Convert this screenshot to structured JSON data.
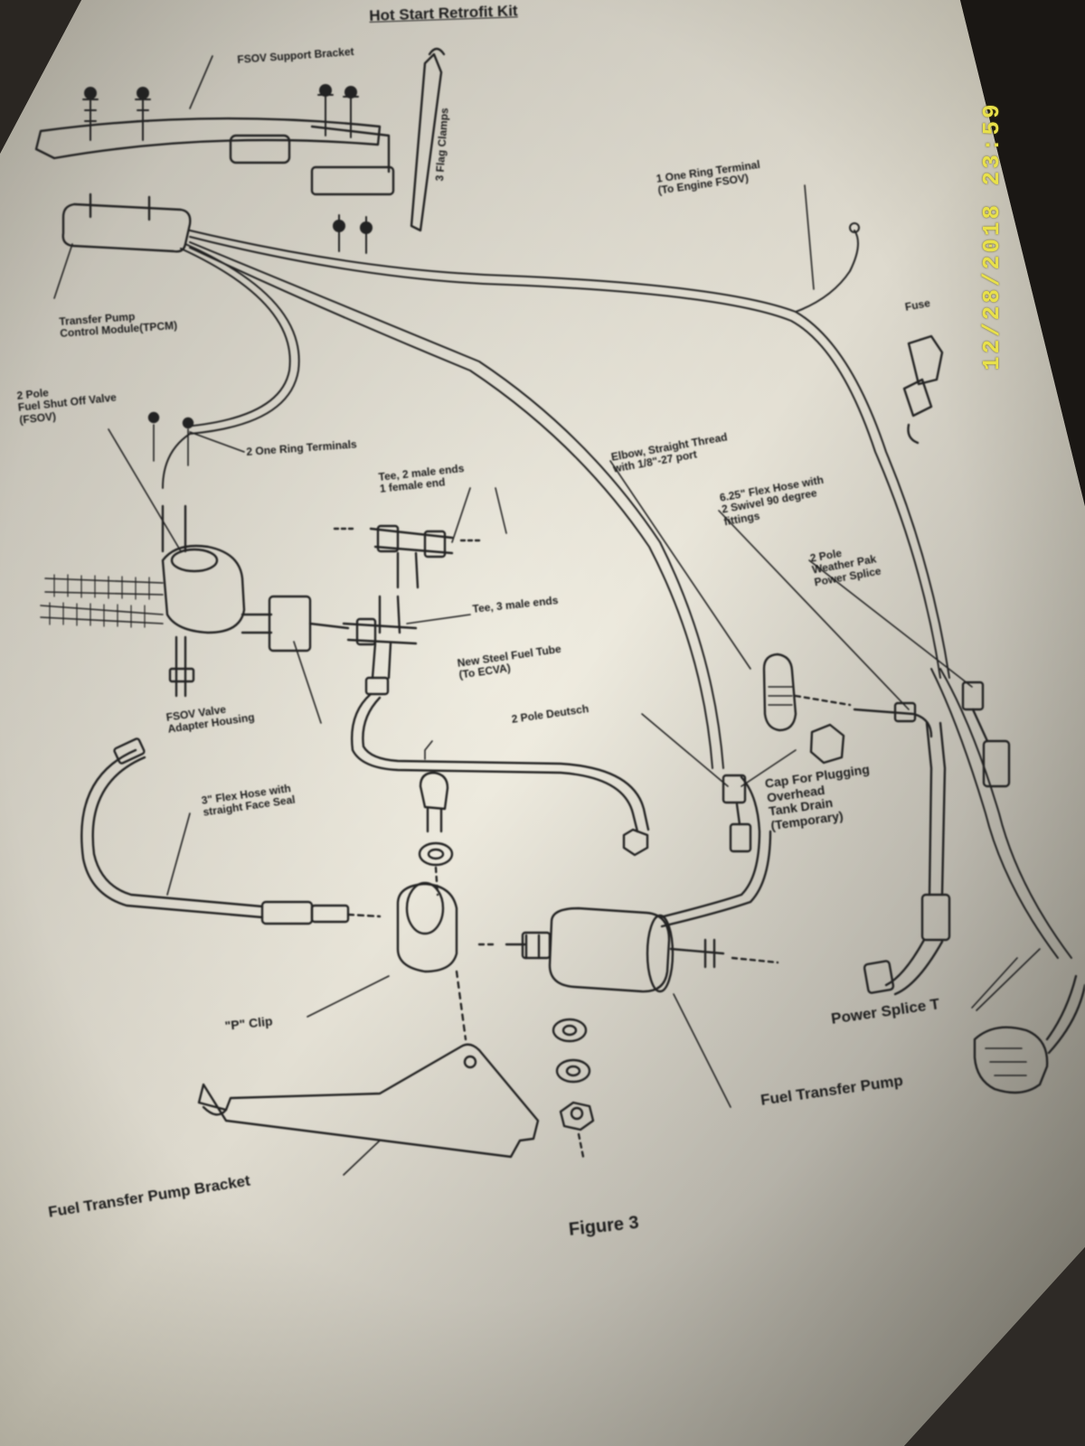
{
  "document": {
    "title": "Hot Start Retrofit Kit",
    "figure_caption": "Figure 3",
    "timestamp": "12/28/2018 23:59"
  },
  "labels": {
    "bracket_top": "FSOV Support Bracket",
    "flag_clamp": "3 Flag Clamps",
    "ring_terminal_engine": "1 One Ring Terminal\n(To Engine FSOV)",
    "fuse": "Fuse",
    "tpcm": "Transfer Pump\nControl Module(TPCM)",
    "fsov": "2 Pole\nFuel Shut Off Valve\n(FSOV)",
    "ring_terminals_2": "2 One Ring Terminals",
    "elbow": "Elbow, Straight Thread\nwith 1/8\"-27 port",
    "tee_2male": "Tee, 2 male ends\n1 female end",
    "flex_hose_625": "6.25\" Flex Hose with\n2 Swivel 90 degree\nfittings",
    "weather_pak": "2 Pole\nWeather Pak\nPower Splice",
    "tee_3male": "Tee, 3 male ends",
    "steel_tube": "New Steel Fuel Tube\n(To ECVA)",
    "deutsch": "2 Pole Deutsch",
    "fsov_adapter": "FSOV Valve\nAdapter Housing",
    "cap": "Cap For Plugging\nOverhead\nTank Drain\n(Temporary)",
    "flex_hose_3": "3\" Flex Hose with\nstraight Face Seal",
    "power_splice_t": "Power Splice T",
    "p_clip": "\"P\" Clip",
    "fuel_transfer_pump": "Fuel Transfer Pump",
    "pump_bracket": "Fuel Transfer Pump Bracket"
  },
  "colors": {
    "paper": "#dcd7c6",
    "ink": "#1c1c1c",
    "stamp": "#e8e04a"
  }
}
